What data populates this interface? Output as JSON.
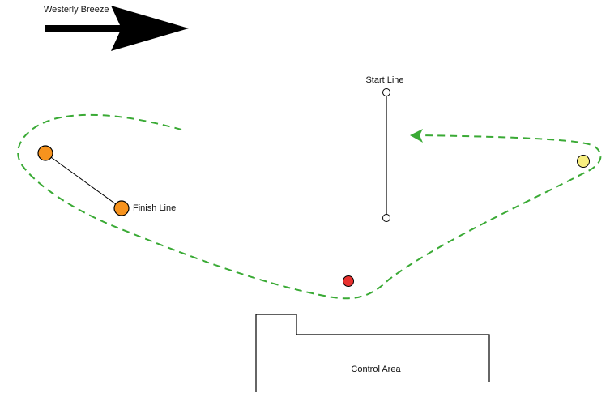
{
  "wind": {
    "label": "Westerly Breeze",
    "arrow_icon": "right-arrow-icon",
    "arrow_color": "#000000"
  },
  "start_line": {
    "label": "Start Line",
    "buoy_color": "#ffffff"
  },
  "finish_line": {
    "label": "Finish Line",
    "buoy_color": "#f7931e"
  },
  "course": {
    "path_color": "#3aaa35",
    "direction_icon": "arrowhead-icon"
  },
  "marks": {
    "yellow_mark_color": "#f7ee7f",
    "red_mark_color": "#e8312f"
  },
  "control_area": {
    "label": "Control Area"
  }
}
